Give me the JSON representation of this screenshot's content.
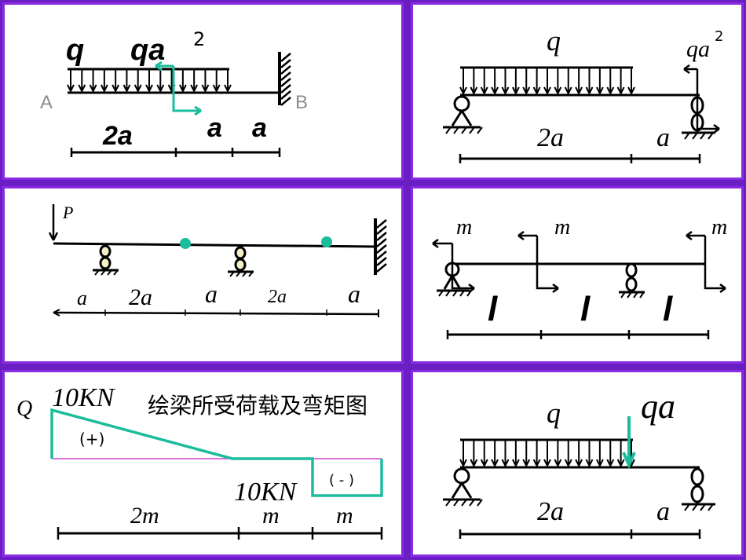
{
  "panel1": {
    "q": "q",
    "qa2_base": "qa",
    "qa2_exp": "2",
    "A": "A",
    "B": "B",
    "d1": "2a",
    "d2": "a",
    "d3": "a"
  },
  "panel2": {
    "q": "q",
    "qa2_base": "qa",
    "qa2_exp": "2",
    "d1": "2a",
    "d2": "a"
  },
  "panel3": {
    "P": "P",
    "d1": "a",
    "d2": "2a",
    "d3": "a",
    "d4": "2a",
    "d5": "a"
  },
  "panel4": {
    "m1": "m",
    "m2": "m",
    "m3": "m",
    "l1": "l",
    "l2": "l",
    "l3": "l"
  },
  "panel5": {
    "Q": "Q",
    "top_value": "10KN",
    "bottom_value": "10KN",
    "plus": "(+)",
    "minus": "( - )",
    "title": "绘梁所受荷载及弯矩图",
    "d1": "2m",
    "d2": "m",
    "d3": "m"
  },
  "panel6": {
    "q": "q",
    "qa": "qa",
    "d1": "2a",
    "d2": "a"
  },
  "colors": {
    "accent": "#1bbc9b",
    "border": "#8a2be2",
    "background": "#6a1fc4",
    "magenta_line": "#d040d0"
  }
}
